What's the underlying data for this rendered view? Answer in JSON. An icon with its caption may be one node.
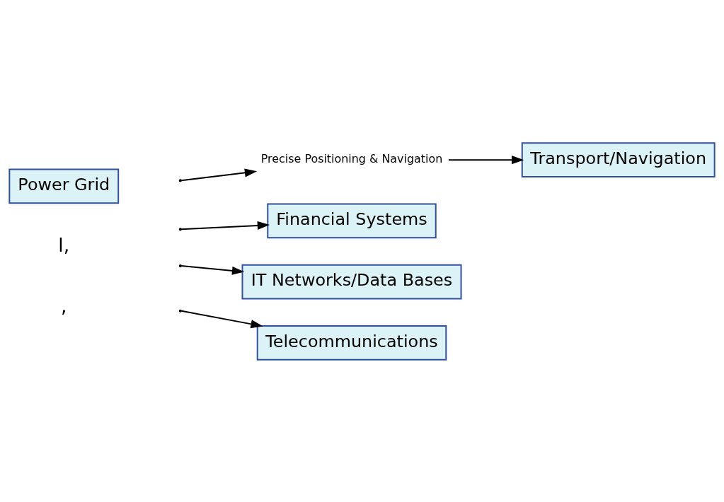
{
  "diagram": {
    "nodes": [
      {
        "text": [
          "Precise Positioning & Navigation"
        ]
      },
      {
        "text": [
          "Transport/Navigation"
        ]
      },
      {
        "text": [
          "Financial Systems"
        ]
      },
      {
        "text": [
          "IT Networks/Data Bases"
        ]
      },
      {
        "text": [
          "Telecommunications"
        ]
      },
      {
        "text": [
          "Power Grid"
        ]
      }
    ],
    "edges": [
      {
        "from": null,
        "to": 0,
        "arrow": "to"
      },
      {
        "from": 0,
        "to": 1,
        "arrow": "to"
      },
      {
        "from": null,
        "to": 2,
        "arrow": "to"
      },
      {
        "from": null,
        "to": 3,
        "arrow": "to"
      },
      {
        "from": null,
        "to": 4,
        "arrow": "to"
      }
    ],
    "labels": [
      "l,",
      ","
    ]
  }
}
